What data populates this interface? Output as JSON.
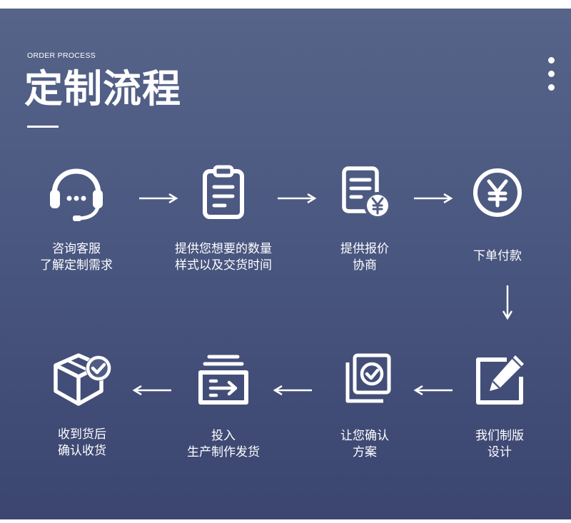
{
  "header": {
    "subtitle": "ORDER PROCESS",
    "title": "定制流程"
  },
  "menu": {
    "icon": "more-vertical-icon"
  },
  "steps": [
    {
      "icon": "headset-icon",
      "line1": "咨询客服",
      "line2": "了解定制需求"
    },
    {
      "icon": "clipboard-icon",
      "line1": "提供您想要的数量",
      "line2": "样式以及交货时间"
    },
    {
      "icon": "document-yuan-icon",
      "line1": "提供报价",
      "line2": "协商"
    },
    {
      "icon": "yuan-circle-icon",
      "line1": "下单付款",
      "line2": ""
    },
    {
      "icon": "edit-pencil-icon",
      "line1": "我们制版",
      "line2": "设计"
    },
    {
      "icon": "check-stack-icon",
      "line1": "让您确认",
      "line2": "方案"
    },
    {
      "icon": "inbox-arrow-icon",
      "line1": "投入",
      "line2": "生产制作发货"
    },
    {
      "icon": "package-check-icon",
      "line1": "收到货后",
      "line2": "确认收货"
    }
  ],
  "colors": {
    "background_top": "#566489",
    "background_bottom": "#3b4570",
    "foreground": "#ffffff"
  }
}
